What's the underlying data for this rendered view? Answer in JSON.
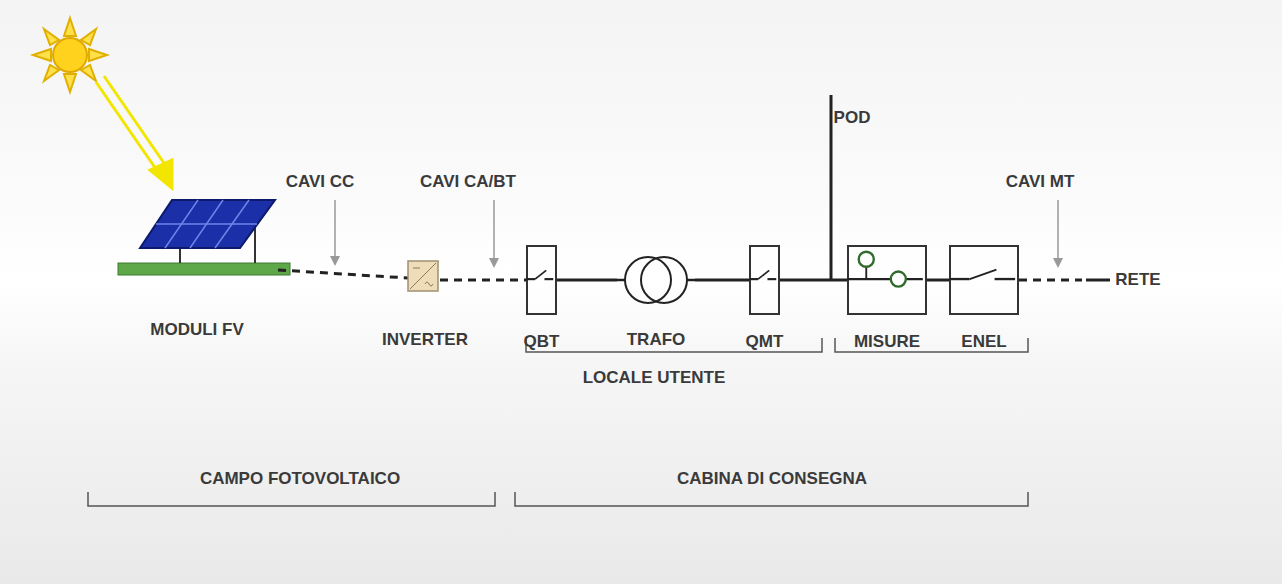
{
  "diagram": {
    "nodes": [
      {
        "text": [
          "INVERTER"
        ]
      },
      {
        "text": [
          "QBT"
        ]
      },
      {
        "text": [
          "TRAFO"
        ]
      },
      {
        "text": [
          "QMT"
        ]
      },
      {
        "text": [
          "MISURE"
        ]
      },
      {
        "text": [
          "ENEL"
        ]
      }
    ],
    "edges": [
      {
        "from": 0,
        "to": 1,
        "arrow": "none"
      },
      {
        "from": 1,
        "to": 2,
        "arrow": "none"
      },
      {
        "from": 2,
        "to": 3,
        "arrow": "none"
      },
      {
        "from": 3,
        "to": 4,
        "arrow": "none"
      },
      {
        "from": 4,
        "to": 5,
        "arrow": "none"
      }
    ],
    "labels": [
      "CAVI CC",
      "CAVI CA/BT",
      "POD",
      "CAVI MT",
      "RETE",
      "MODULI FV",
      "LOCALE UTENTE",
      "CAMPO FOTOVOLTAICO",
      "CABINA DI CONSEGNA"
    ]
  }
}
